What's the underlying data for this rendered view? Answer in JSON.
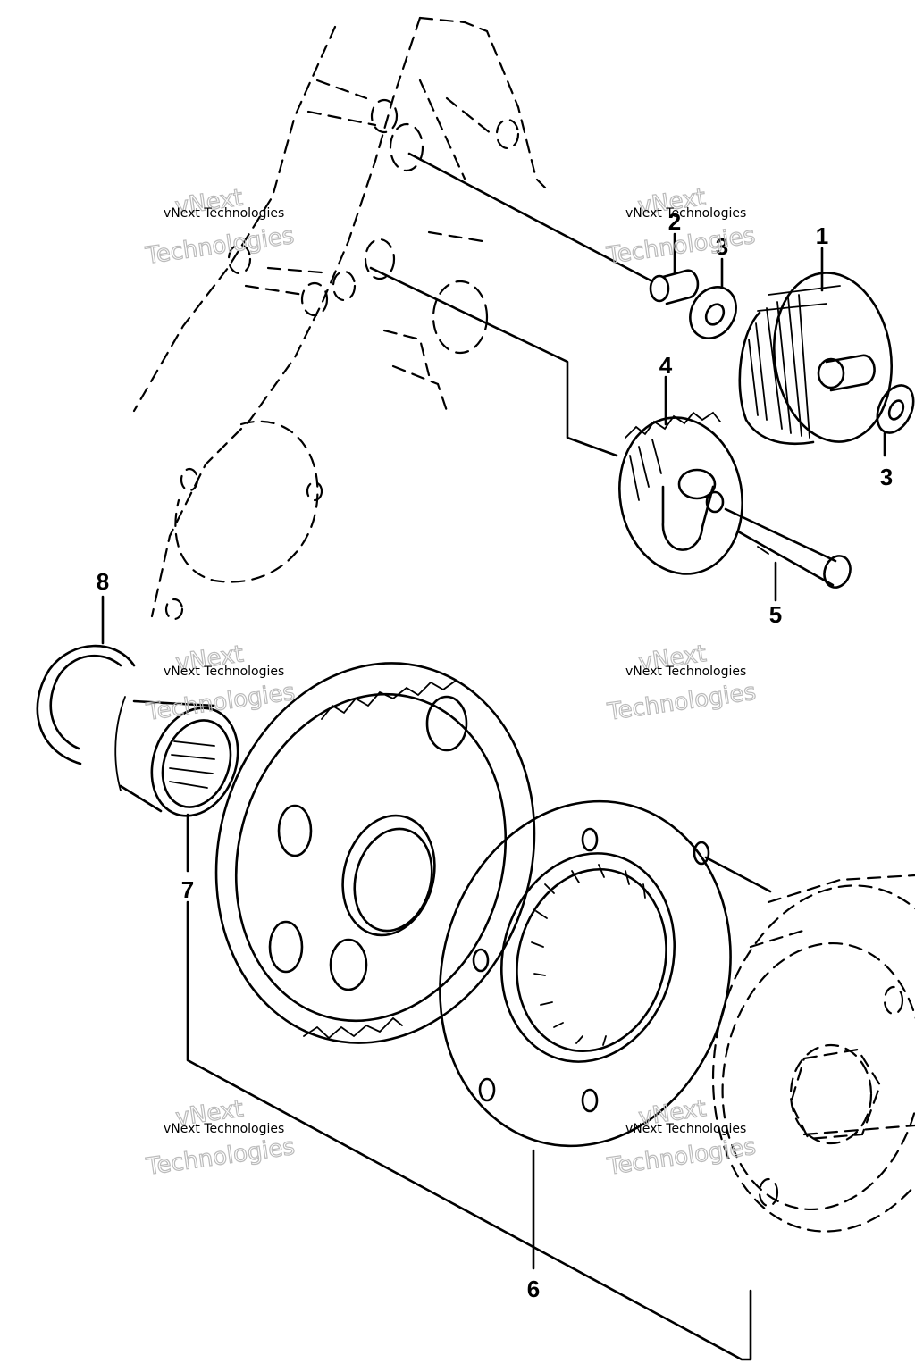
{
  "callouts": [
    "1",
    "2",
    "3",
    "3",
    "4",
    "5",
    "6",
    "7",
    "8"
  ],
  "watermark": {
    "line_small": "vNext Technologies",
    "line_big_1": "vNext",
    "line_big_2": "Technologies"
  }
}
